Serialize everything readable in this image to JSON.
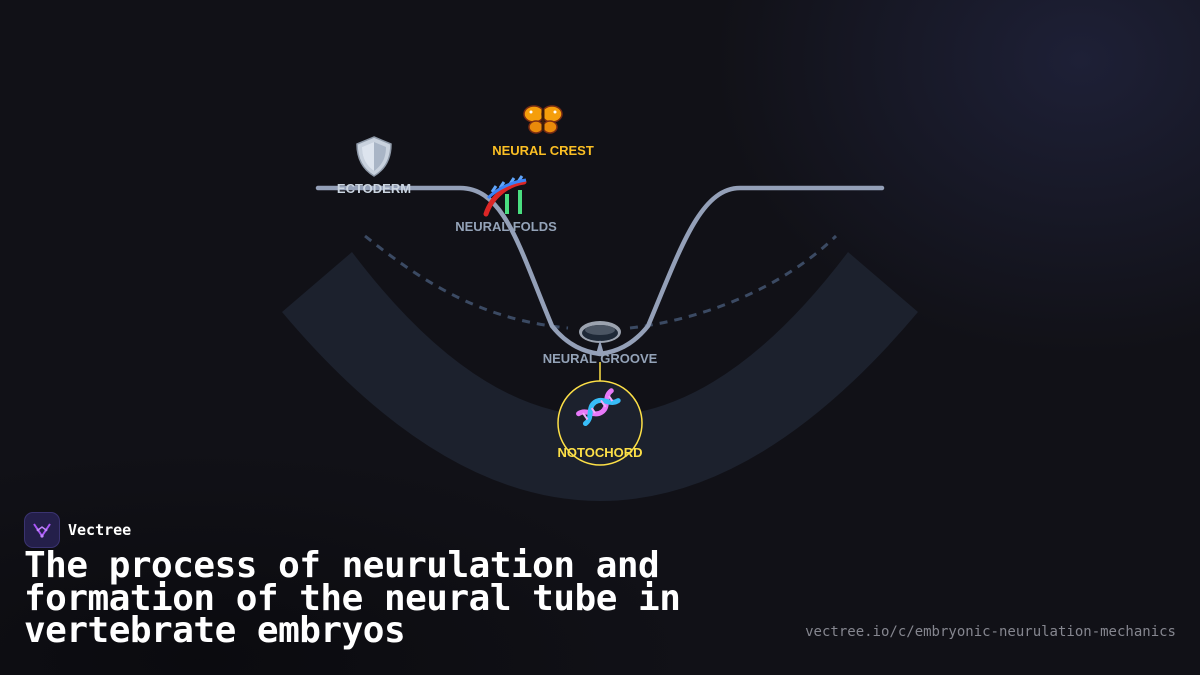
{
  "brand": {
    "name": "Vectree",
    "accent_color": "#a855f7",
    "logo_icon": "vectree-logo-icon"
  },
  "title": "The process of neurulation and formation of the neural tube in vertebrate embryos",
  "url": "vectree.io/c/embryonic-neurulation-mechanics",
  "diagram": {
    "labels": {
      "ectoderm": "ECTODERM",
      "neural_crest": "NEURAL CREST",
      "neural_folds": "NEURAL FOLDS",
      "neural_groove": "NEURAL GROOVE",
      "notochord": "NOTOCHORD"
    },
    "icons": {
      "ectoderm": "shield-icon",
      "neural_crest": "butterfly-icon",
      "neural_folds": "chromosomes-icon",
      "neural_groove": "groove-disc-icon",
      "notochord": "dna-icon"
    },
    "colors": {
      "ectoderm_line": "#94a0b8",
      "label_default": "#94a3b8",
      "neural_crest": "#fbbf24",
      "notochord": "#fde047",
      "arc_band": "#1c212d",
      "dashed_guide": "#3b4a63"
    }
  }
}
